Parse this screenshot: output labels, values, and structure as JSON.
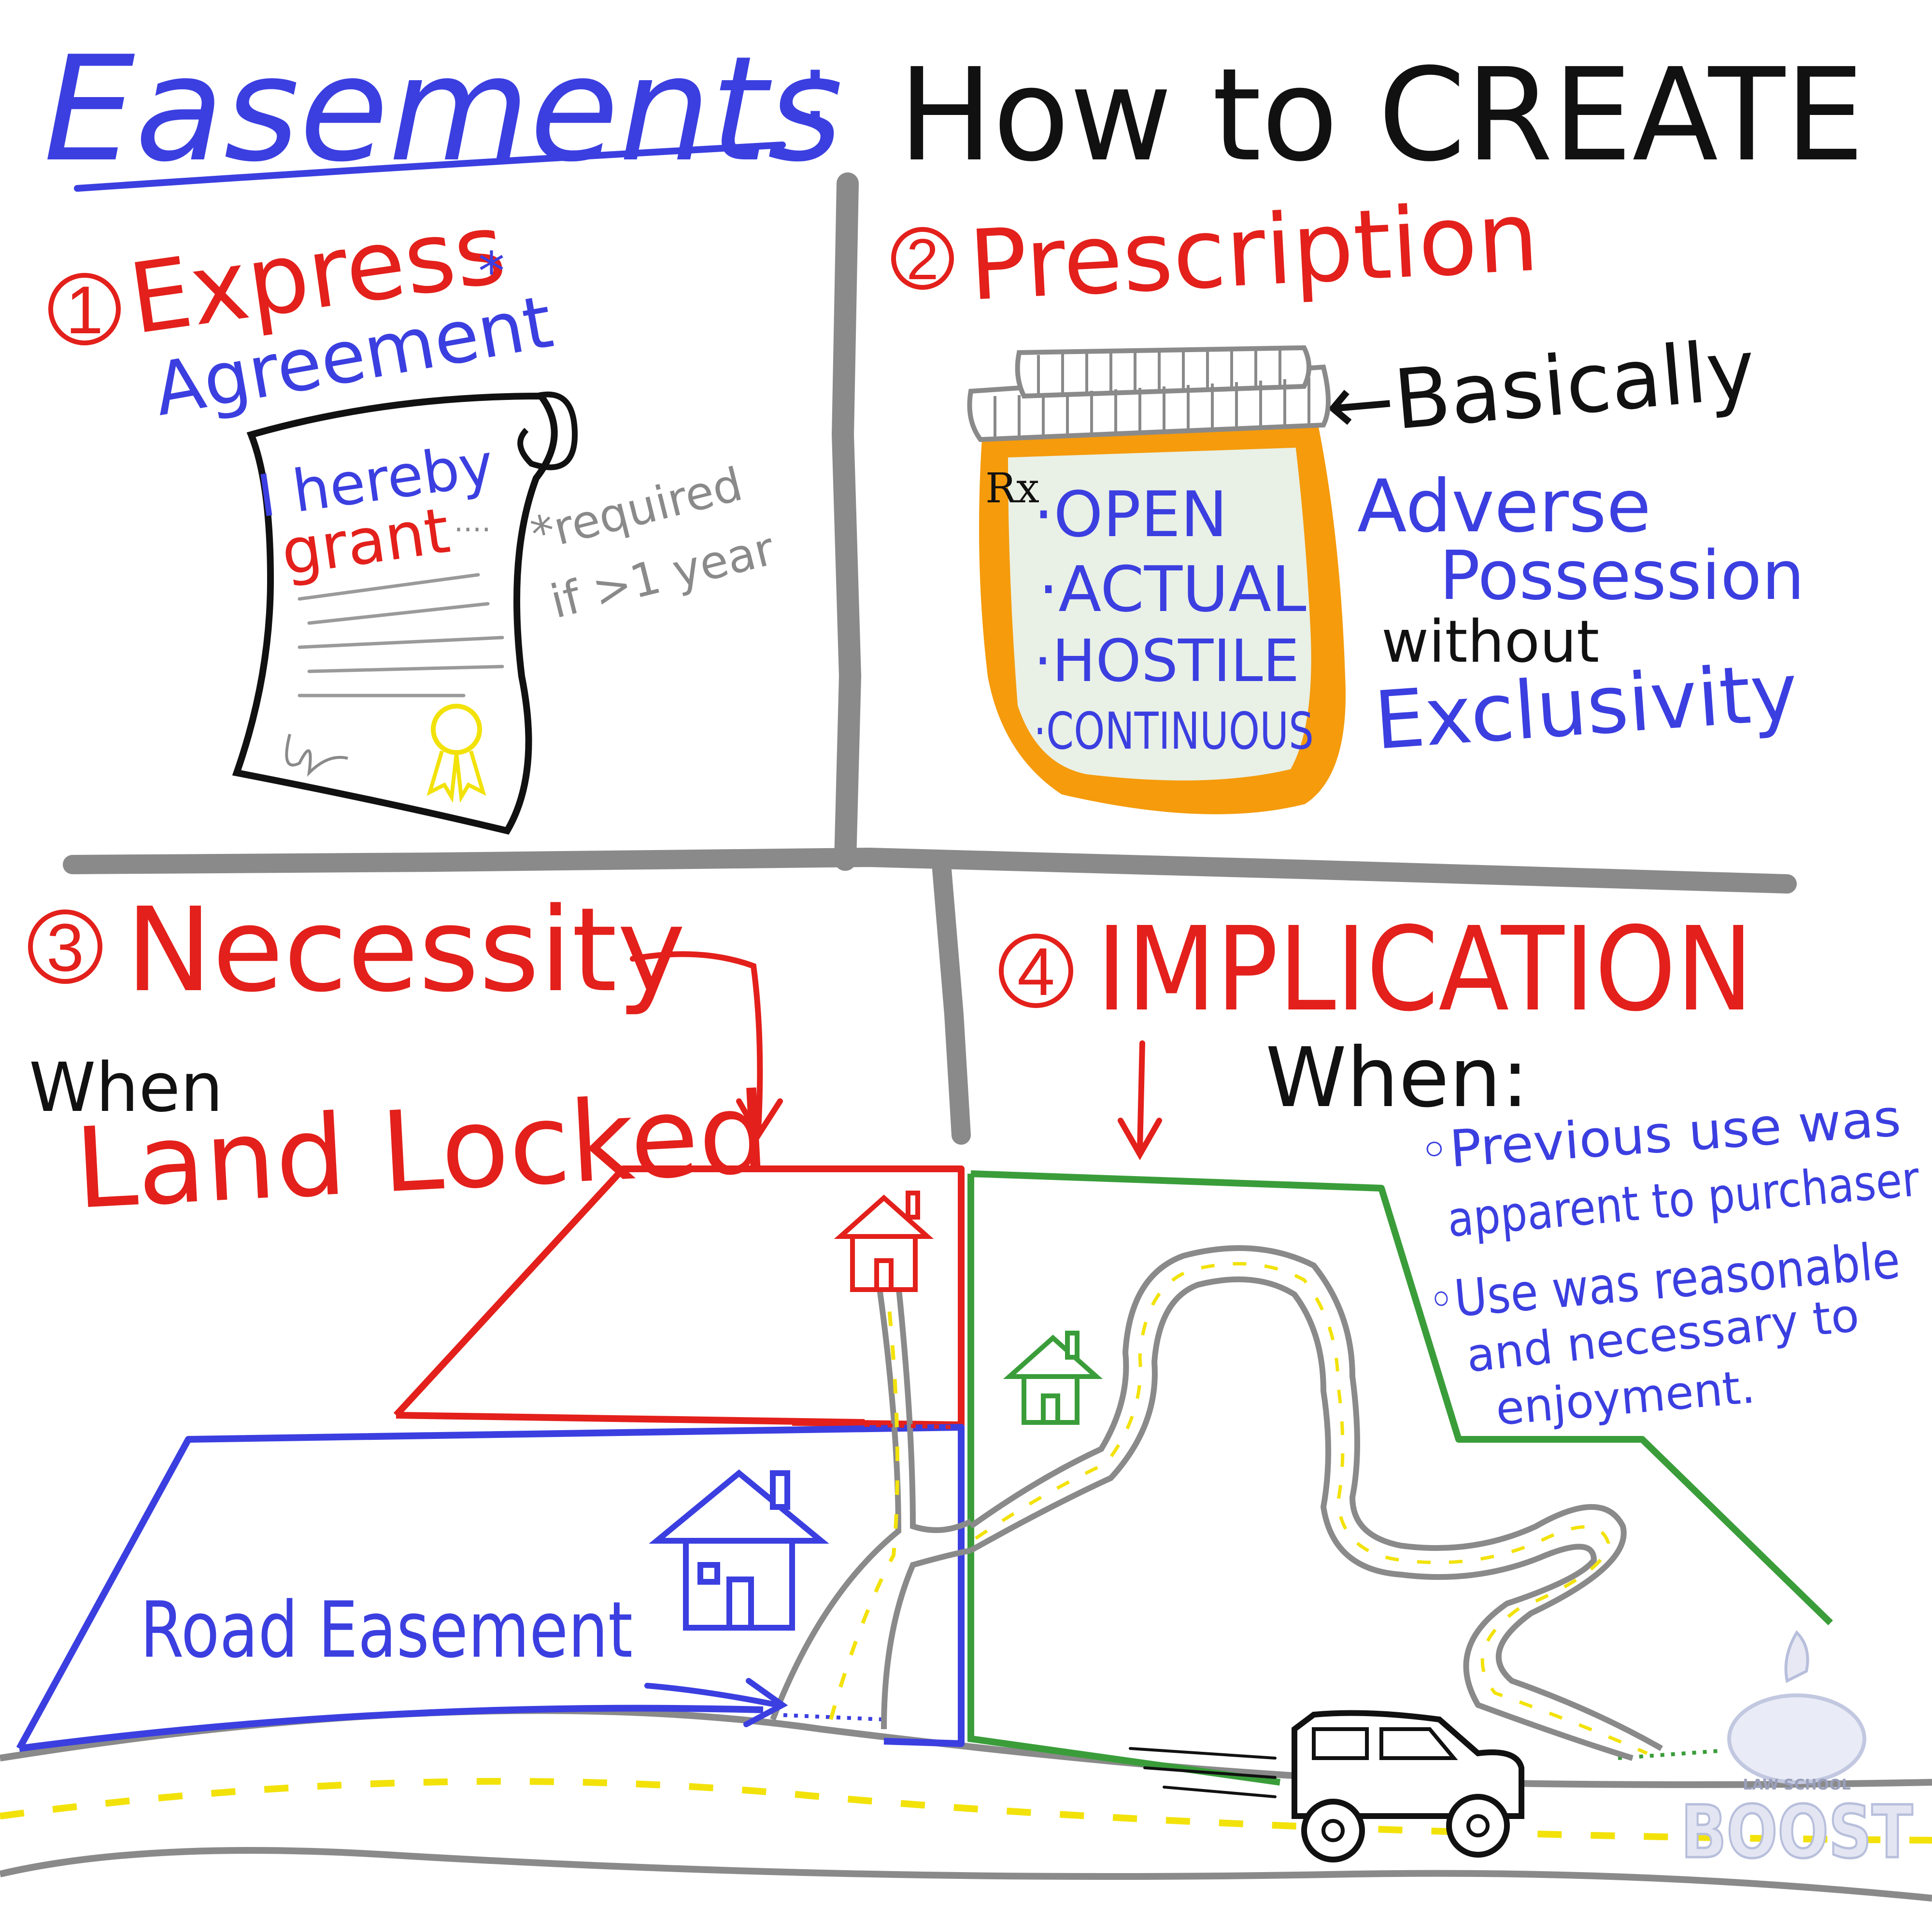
{
  "title": {
    "main": "Easements",
    "colon": ":",
    "sub": "How to CREATE"
  },
  "express": {
    "number": "1",
    "heading1": "Express",
    "heading2": "Agreement",
    "star": "*",
    "scroll_line1": "I hereby",
    "scroll_line2": "grant",
    "scroll_dots": "....",
    "note_line1": "*required",
    "note_line2": "if >1 year"
  },
  "prescription": {
    "number": "2",
    "heading": "Prescription",
    "rx": "Rx",
    "items": [
      "·OPEN",
      "·ACTUAL",
      "·HOSTILE",
      "·CONTINUOUS"
    ],
    "basically": "←Basically",
    "adverse": "Adverse",
    "possession": "Possession",
    "without": "without",
    "exclusivity": "Exclusivity"
  },
  "necessity": {
    "number": "3",
    "heading": "Necessity",
    "when": "When",
    "land_locked": "Land Locked",
    "road_easement": "Road Easement"
  },
  "implication": {
    "number": "4",
    "heading": "IMPLICATION",
    "when": "When:",
    "bullet1_line1": "◦Previous use was",
    "bullet1_line2": "apparent to purchaser",
    "bullet2_line1": "◦Use was reasonable",
    "bullet2_line2": "and necessary to",
    "bullet2_line3": "enjoyment."
  },
  "logo": {
    "top": "LAW SCHOOL",
    "word": "BOOST"
  },
  "colors": {
    "blue": "#3b3fe0",
    "red": "#e3201b",
    "black": "#111111",
    "green": "#3a9d3a",
    "gray": "#8a8a8a",
    "orange": "#f59b0c",
    "yellow": "#f2e20a"
  }
}
